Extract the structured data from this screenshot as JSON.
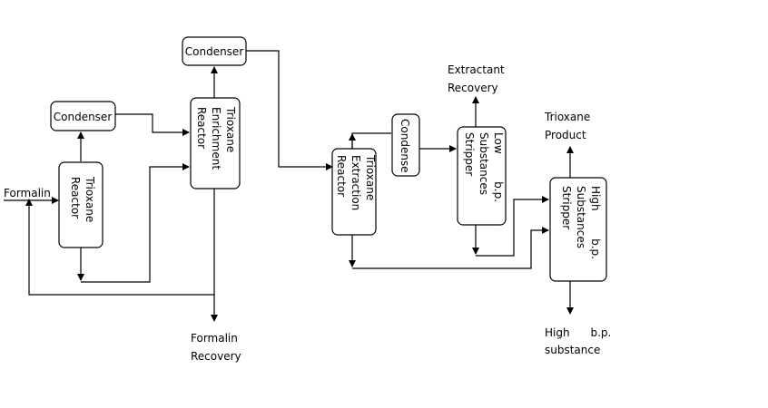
{
  "process": {
    "condenser_top": "Condenser",
    "condenser_left": "Condenser",
    "condense_mid": "Condense",
    "trioxane_reactor": [
      "Trioxane",
      "Reactor"
    ],
    "enrichment_reactor": [
      "Trioxane",
      "Enrichment",
      "Reactor"
    ],
    "extraction_reactor": [
      "Trioxane",
      "Extraction",
      "Reactor"
    ],
    "low_bp_stripper": [
      "Low        b.p.",
      "Substances",
      "Stripper"
    ],
    "high_bp_stripper": [
      "High        b.p.",
      "Substances",
      "Stripper"
    ]
  },
  "streams": {
    "formalin": "Formalin",
    "formalin_recovery": [
      "Formalin",
      "Recovery"
    ],
    "extractant_recovery": [
      "Extractant",
      "Recovery"
    ],
    "trioxane_product": [
      "Trioxane",
      "Product"
    ],
    "high_bp_substance": [
      "High      b.p.",
      "substance"
    ]
  }
}
